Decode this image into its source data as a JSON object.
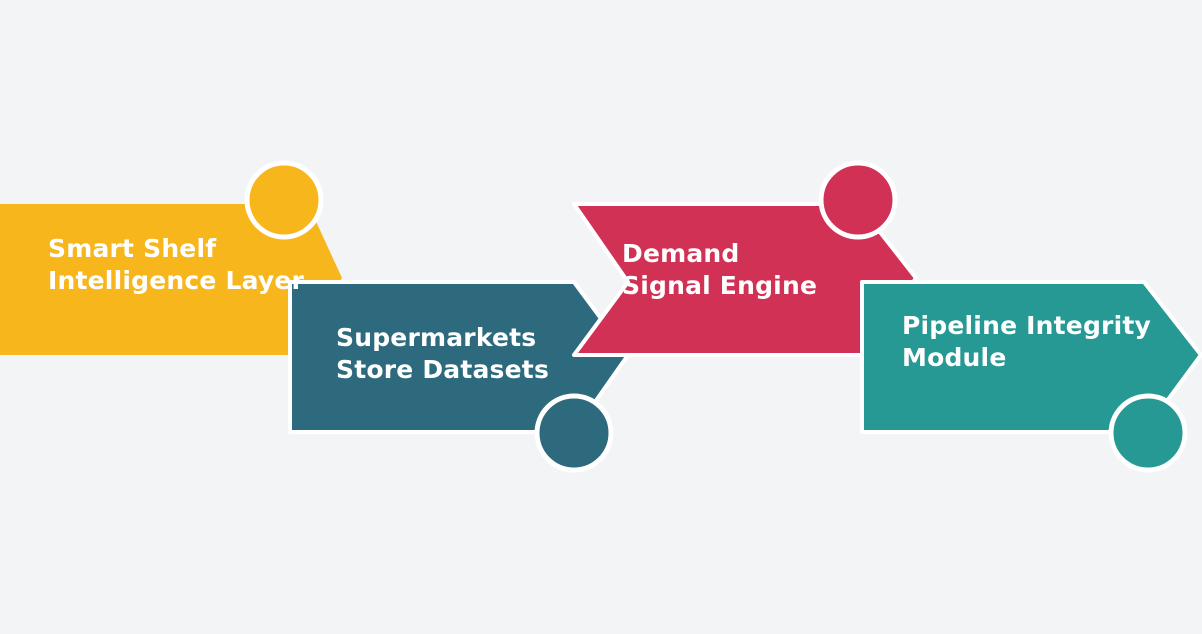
{
  "steps": [
    {
      "lines": [
        "Smart Shelf",
        "Intelligence Layer"
      ],
      "color": "#f7b61c"
    },
    {
      "lines": [
        "Supermarkets",
        "Store Datasets"
      ],
      "color": "#2e6a7e"
    },
    {
      "lines": [
        "Demand",
        "Signal Engine"
      ],
      "color": "#d03154"
    },
    {
      "lines": [
        "Pipeline Integrity",
        "Module"
      ],
      "color": "#269994"
    }
  ],
  "background": "#f3f4f6"
}
